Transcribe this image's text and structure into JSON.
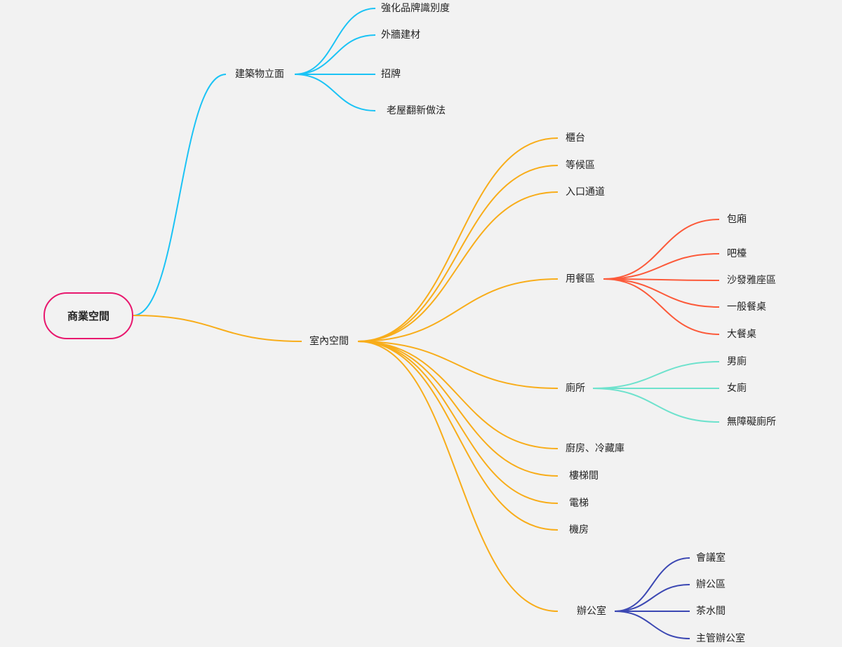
{
  "root": {
    "label": "商業空間",
    "color": "#e8186e"
  },
  "branches": [
    {
      "label": "建築物立面",
      "color": "#1bc3f5",
      "children": [
        {
          "label": "強化品牌識別度"
        },
        {
          "label": "外牆建材"
        },
        {
          "label": "招牌"
        },
        {
          "label": "老屋翻新做法"
        }
      ]
    },
    {
      "label": "室內空間",
      "color": "#f8ad1a",
      "children": [
        {
          "label": "櫃台"
        },
        {
          "label": "等候區"
        },
        {
          "label": "入口通道"
        },
        {
          "label": "用餐區",
          "color": "#fc5a3a",
          "children": [
            {
              "label": "包廂"
            },
            {
              "label": "吧檯"
            },
            {
              "label": "沙發雅座區"
            },
            {
              "label": "一般餐桌"
            },
            {
              "label": "大餐桌"
            }
          ]
        },
        {
          "label": "廁所",
          "color": "#6ee2cd",
          "children": [
            {
              "label": "男廁"
            },
            {
              "label": "女廁"
            },
            {
              "label": "無障礙廁所"
            }
          ]
        },
        {
          "label": "廚房、冷藏庫"
        },
        {
          "label": "樓梯間"
        },
        {
          "label": "電梯"
        },
        {
          "label": "機房"
        },
        {
          "label": "辦公室",
          "color": "#3c48b3",
          "children": [
            {
              "label": "會議室"
            },
            {
              "label": "辦公區"
            },
            {
              "label": "茶水間"
            },
            {
              "label": "主管辦公室"
            }
          ]
        }
      ]
    }
  ]
}
